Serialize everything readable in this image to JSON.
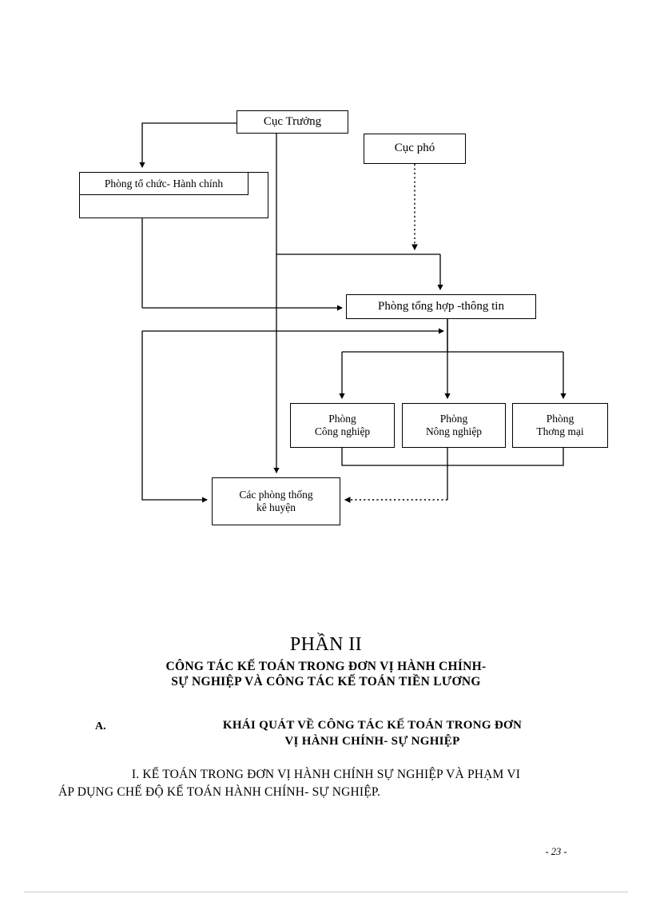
{
  "diagram": {
    "type": "organization-chart",
    "nodes": [
      {
        "id": "cuc-truong",
        "label": "Cục Trưởng"
      },
      {
        "id": "cuc-pho",
        "label": "Cục phó"
      },
      {
        "id": "to-chuc",
        "label": "Phòng tổ chức- Hành chính"
      },
      {
        "id": "tong-hop",
        "label": "Phòng tổng hợp -thông tin"
      },
      {
        "id": "cong-nghiep",
        "label": "Phòng\nCông nghiệp",
        "line1": "Phòng",
        "line2": "Công nghiệp"
      },
      {
        "id": "nong-nghiep",
        "label": "Phòng\nNông nghiệp",
        "line1": "Phòng",
        "line2": "Nông nghiệp"
      },
      {
        "id": "thuong-mai",
        "label": "Phòng\nThơng   mại",
        "line1": "Phòng",
        "line2": "Thơng   mại"
      },
      {
        "id": "thong-ke",
        "label": "Các phòng thống\nkê huyện",
        "line1": "Các phòng thống",
        "line2": "kê huyện"
      }
    ],
    "edges": [
      {
        "from": "cuc-truong",
        "to": "to-chuc",
        "style": "solid"
      },
      {
        "from": "cuc-truong",
        "to": "tong-hop",
        "style": "solid"
      },
      {
        "from": "cuc-pho",
        "to": "tong-hop",
        "style": "dotted"
      },
      {
        "from": "to-chuc",
        "to": "tong-hop",
        "style": "solid"
      },
      {
        "from": "to-chuc",
        "to": "thong-ke",
        "style": "solid"
      },
      {
        "from": "tong-hop",
        "to": "cong-nghiep",
        "style": "solid"
      },
      {
        "from": "tong-hop",
        "to": "nong-nghiep",
        "style": "solid"
      },
      {
        "from": "tong-hop",
        "to": "thuong-mai",
        "style": "solid"
      },
      {
        "from": "tong-hop",
        "to": "thong-ke",
        "style": "solid"
      },
      {
        "from": "thuong-mai",
        "to": "thong-ke",
        "style": "dotted"
      }
    ],
    "colors": {
      "line": "#000000",
      "box_fill": "#ffffff",
      "box_border": "#000000"
    }
  },
  "text": {
    "part_heading": "PHẦN II",
    "part_title_line1": "CÔNG TÁC KẾ TOÁN TRONG ĐƠN VỊ HÀNH CHÍNH-",
    "part_title_line2": "SỰ NGHIỆP VÀ CÔNG TÁC KẾ TOÁN TIỀN LƯƠNG",
    "section_letter": "A.",
    "section_title_line1": "KHÁI QUÁT VỀ CÔNG TÁC KẾ TOÁN TRONG ĐƠN",
    "section_title_line2": "VỊ HÀNH CHÍNH- SỰ NGHIỆP",
    "subsection_line1": "I. KẾ TOÁN TRONG ĐƠN VỊ HÀNH  CHÍNH SỰ NGHIỆP VÀ PHẠM VI",
    "subsection_line2": "ÁP DỤNG CHẾ ĐỘ KẾ TOÁN HÀNH CHÍNH- SỰ NGHIỆP.",
    "page_number": "- 23 -"
  }
}
